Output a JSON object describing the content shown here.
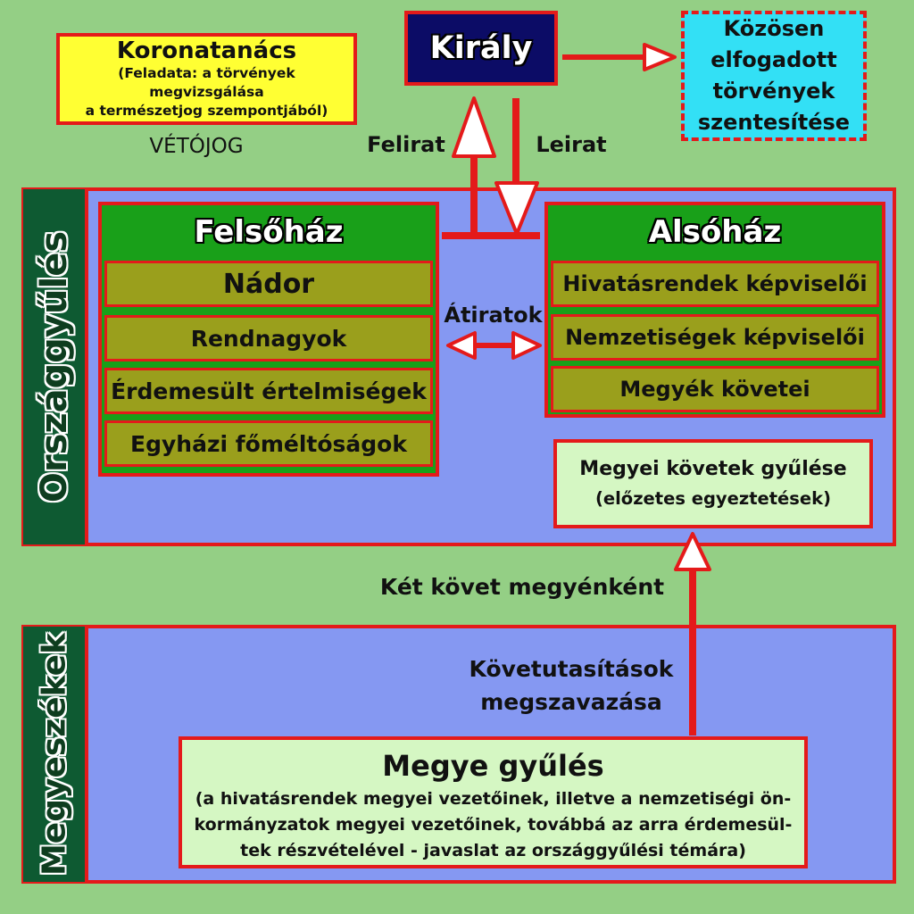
{
  "koronatanacs": {
    "title": "Koronatanács",
    "desc_line1": "(Feladata: a törvények megvizsgálása",
    "desc_line2": "a természetjog szempontjából)"
  },
  "vetojog": "VÉTÓJOG",
  "kiraly": "Király",
  "szentesites": {
    "line1": "Közösen",
    "line2": "elfogadott",
    "line3": "törvények",
    "line4": "szentesítése"
  },
  "felirat": "Felirat",
  "leirat": "Leirat",
  "orszaggyules_label": "Országgyűlés",
  "felsohaz": {
    "title": "Felsőház",
    "items": [
      "Nádor",
      "Rendnagyok",
      "Érdemesült értelmiségek",
      "Egyházi főméltóságok"
    ]
  },
  "alsohaz": {
    "title": "Alsóház",
    "items": [
      "Hivatásrendek képviselői",
      "Nemzetiségek képviselői",
      "Megyék követei"
    ]
  },
  "atiratok": "Átiratok",
  "kovetek_gyulese": {
    "title": "Megyei követek gyűlése",
    "desc": "(előzetes egyeztetések)"
  },
  "ket_kovet": "Két követ megyénként",
  "megyeszekek_label": "Megyeszékek",
  "kovetutasitasok": {
    "line1": "Követutasítások",
    "line2": "megszavazása"
  },
  "megye_gyules": {
    "title": "Megye gyűlés",
    "desc_line1": "(a hivatásrendek megyei vezetőinek, illetve a nemzetiségi ön-",
    "desc_line2": "kormányzatok megyei vezetőinek, továbbá az arra érdemesül-",
    "desc_line3": "tek részvételével - javaslat az országgyűlési témára)"
  },
  "colors": {
    "background": "#94cf85",
    "border_red": "#e41a1a",
    "parliament_blue": "#8598f2",
    "house_green": "#19a019",
    "inner_olive": "#9a9f1c",
    "king_navy": "#0c0c66",
    "sanction_cyan": "#33e0f5",
    "council_yellow": "#ffff33",
    "light_green": "#d5f7c3",
    "side_dark_green": "#0e5a32"
  }
}
